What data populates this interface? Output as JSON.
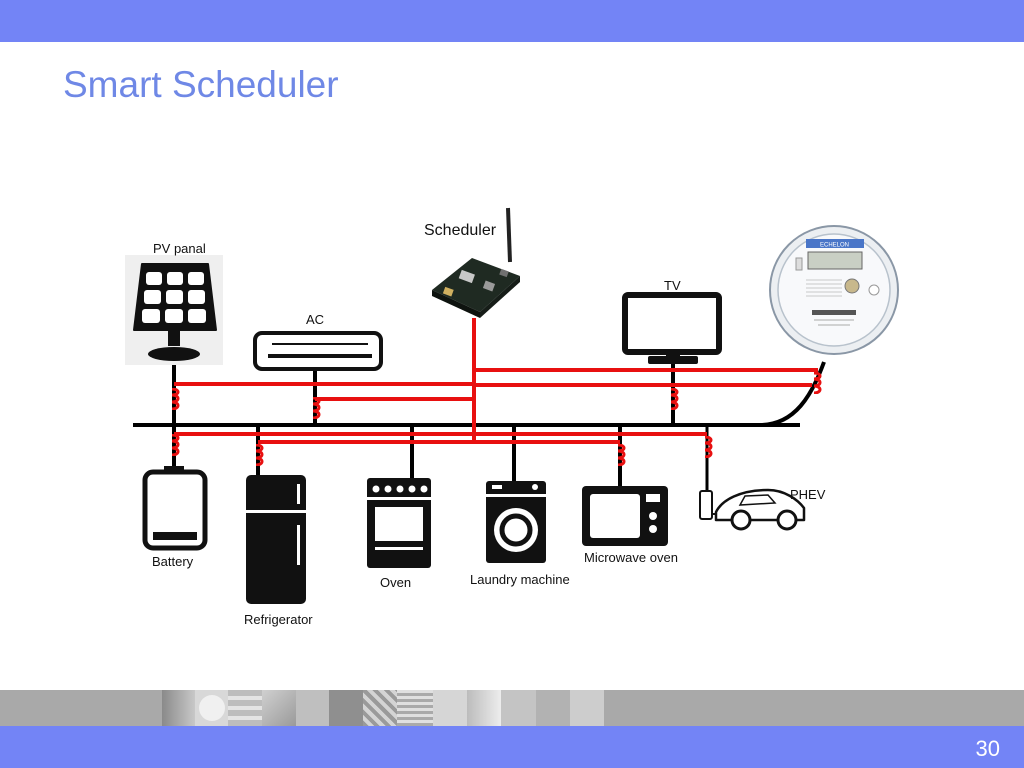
{
  "slide": {
    "title": "Smart Scheduler",
    "page_number": "30"
  },
  "diagram": {
    "labels": {
      "scheduler": "Scheduler",
      "pv_panel": "PV panal",
      "ac": "AC",
      "tv": "TV",
      "battery": "Battery",
      "refrigerator": "Refrigerator",
      "oven": "Oven",
      "laundry": "Laundry machine",
      "microwave": "Microwave oven",
      "phev": "PHEV",
      "meter_brand": "ECHELON"
    },
    "colors": {
      "power_line": "#000000",
      "control_line": "#e81010",
      "accent": "#7384f6"
    }
  }
}
